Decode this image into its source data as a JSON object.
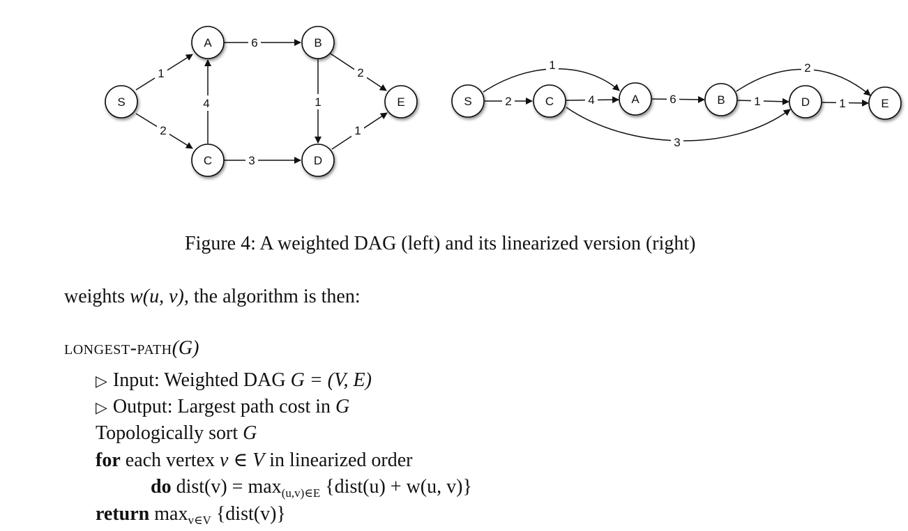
{
  "left_graph": {
    "nodes": [
      "S",
      "A",
      "B",
      "C",
      "D",
      "E"
    ],
    "edges": [
      {
        "from": "S",
        "to": "A",
        "weight": "1"
      },
      {
        "from": "S",
        "to": "C",
        "weight": "2"
      },
      {
        "from": "C",
        "to": "A",
        "weight": "4"
      },
      {
        "from": "A",
        "to": "B",
        "weight": "6"
      },
      {
        "from": "C",
        "to": "D",
        "weight": "3"
      },
      {
        "from": "B",
        "to": "D",
        "weight": "1"
      },
      {
        "from": "B",
        "to": "E",
        "weight": "2"
      },
      {
        "from": "D",
        "to": "E",
        "weight": "1"
      }
    ]
  },
  "right_graph": {
    "nodes": [
      "S",
      "C",
      "A",
      "B",
      "D",
      "E"
    ],
    "edges": [
      {
        "from": "S",
        "to": "C",
        "weight": "2"
      },
      {
        "from": "C",
        "to": "A",
        "weight": "4"
      },
      {
        "from": "A",
        "to": "B",
        "weight": "6"
      },
      {
        "from": "B",
        "to": "D",
        "weight": "1"
      },
      {
        "from": "D",
        "to": "E",
        "weight": "1"
      },
      {
        "from": "S",
        "to": "A",
        "weight": "1"
      },
      {
        "from": "B",
        "to": "E",
        "weight": "2"
      },
      {
        "from": "C",
        "to": "D",
        "weight": "3"
      }
    ]
  },
  "caption": "Figure 4: A weighted DAG (left) and its linearized version (right)",
  "paragraph": {
    "pre": "weights ",
    "math": "w(u, v)",
    "post": ", the algorithm is then:"
  },
  "algorithm": {
    "name": "longest-path",
    "arg": "(G)",
    "input_label": "Input: Weighted DAG ",
    "input_math": "G = (V, E)",
    "output_label": "Output: Largest path cost in ",
    "output_math": "G",
    "sort_label": "Topologically sort ",
    "sort_math": "G",
    "for_kw": "for",
    "for_text": " each vertex ",
    "for_math": "v ∈ V",
    "for_tail": " in linearized order",
    "do_kw": "do",
    "do_text": " dist(v) = max",
    "do_sub": "(u,v)∈E",
    "do_tail": " {dist(u) + w(u, v)}",
    "return_kw": "return",
    "return_text": " max",
    "return_sub": "v∈V",
    "return_tail": " {dist(v)}"
  }
}
